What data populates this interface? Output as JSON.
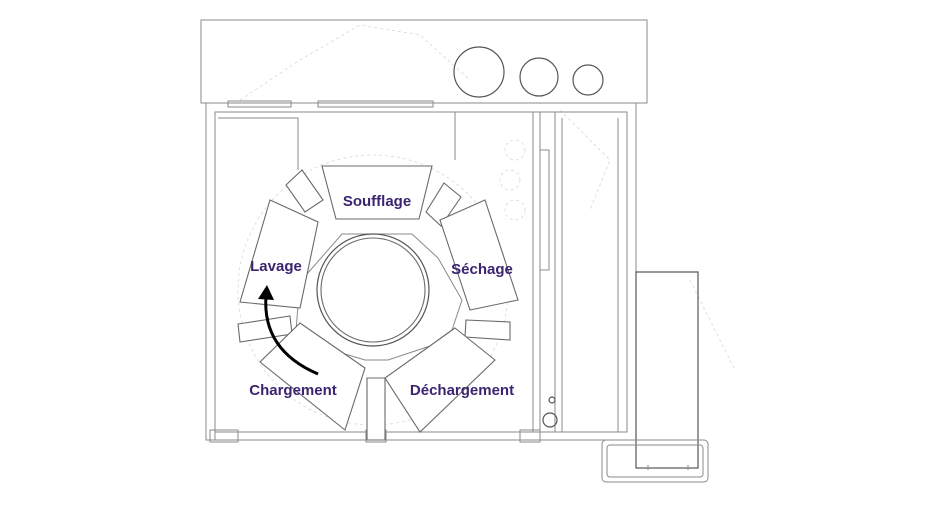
{
  "labels": {
    "soufflage": "Soufflage",
    "sechage": "Séchage",
    "lavage": "Lavage",
    "chargement": "Chargement",
    "dechargement": "Déchargement"
  },
  "colors": {
    "label": "#3b2470",
    "line": "#8a8a8a",
    "arrow": "#000000"
  },
  "icons": {
    "rotation": "rotation-arrow-icon"
  }
}
